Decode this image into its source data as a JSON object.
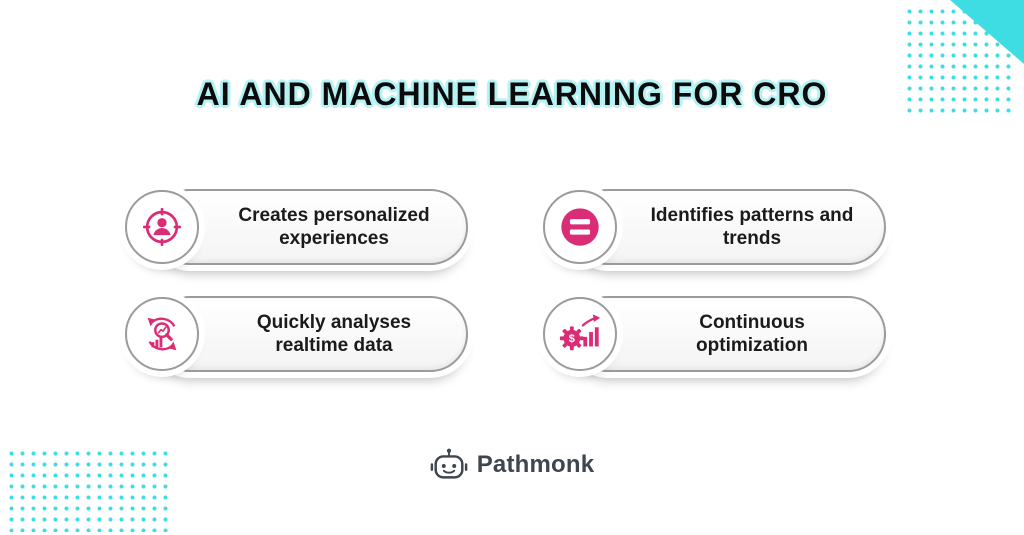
{
  "page": {
    "title": "AI AND MACHINE LEARNING FOR CRO"
  },
  "cards": [
    {
      "icon": "audience-target-icon",
      "label": "Creates personalized experiences"
    },
    {
      "icon": "patterns-equals-icon",
      "label": "Identifies patterns and trends"
    },
    {
      "icon": "realtime-analysis-icon",
      "label": "Quickly analyses realtime data"
    },
    {
      "icon": "optimization-gear-icon",
      "label": "Continuous optimization"
    }
  ],
  "footer": {
    "brand_name": "Pathmonk"
  },
  "colors": {
    "accent_pink": "#DB2C76",
    "accent_cyan": "#3EDDE4",
    "title_glow": "#B5F2F4",
    "pill_border_gray": "#9B9B9B",
    "text_dark": "#1B1B1B",
    "brand_text": "#3E4652"
  }
}
